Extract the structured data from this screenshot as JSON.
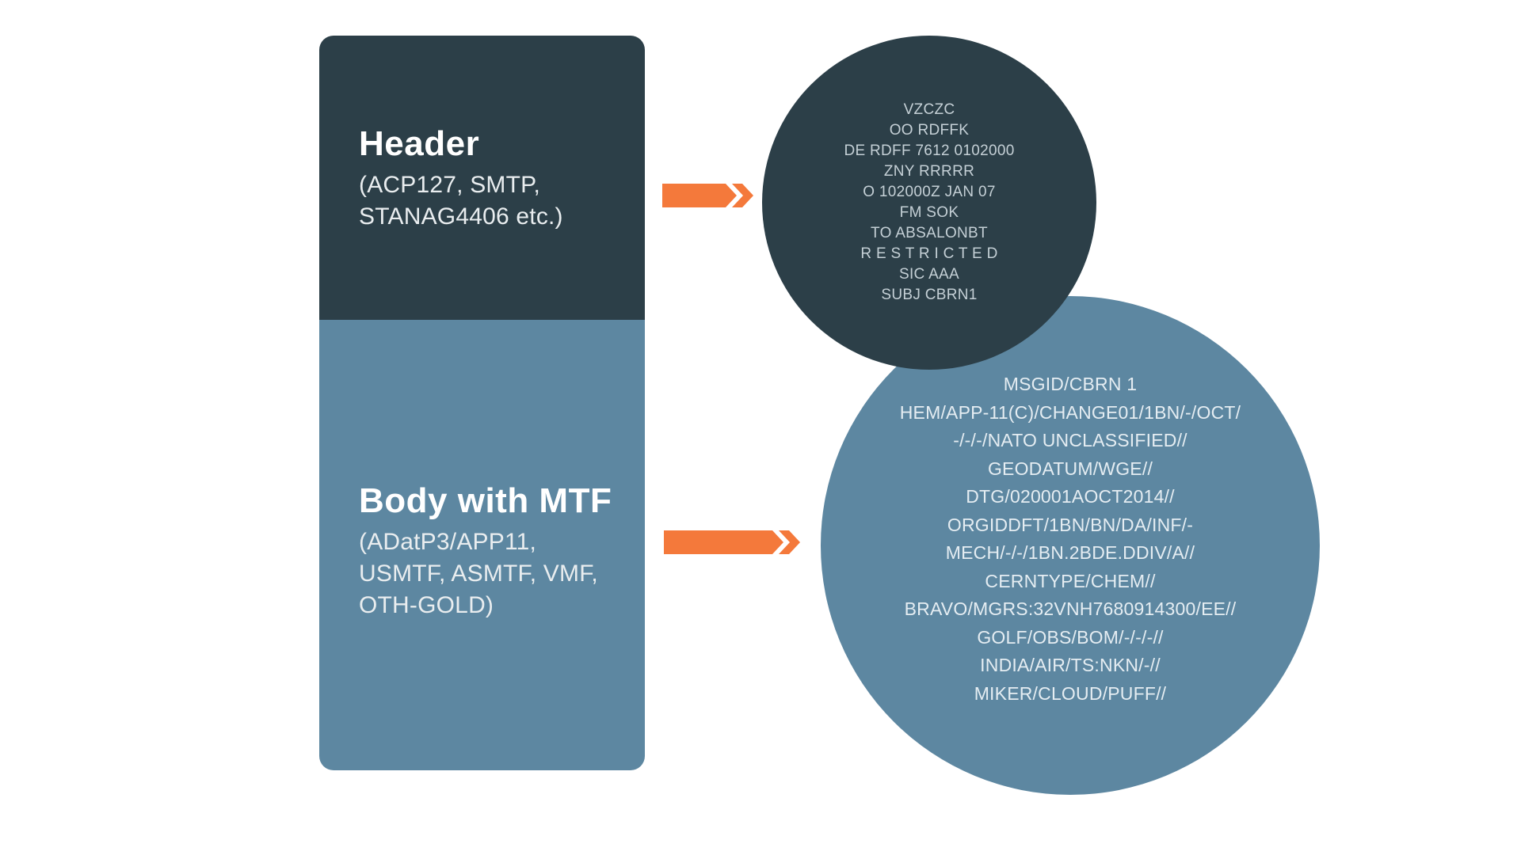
{
  "colors": {
    "background": "#FFFFFF",
    "dark_teal": "#2C3F48",
    "steel_blue": "#5D87A1",
    "accent_orange": "#F4793B",
    "title_text": "#FFFFFF",
    "subtitle_text": "#E9EDEF",
    "dark_circle_text": "#C5D0D6",
    "light_circle_text": "#E5EDF2"
  },
  "structure_box": {
    "header": {
      "title": "Header",
      "subtitle_lines": [
        "(ACP127, SMTP,",
        "STANAG4406 etc.)"
      ]
    },
    "body": {
      "title": "Body with MTF",
      "subtitle_lines": [
        "(ADatP3/APP11,",
        "USMTF, ASMTF, VMF,",
        "OTH-GOLD)"
      ]
    }
  },
  "header_example": {
    "lines": [
      "VZCZC",
      "OO RDFFK",
      "DE RDFF 7612 0102000",
      "ZNY RRRRR",
      "O 102000Z JAN 07",
      "FM SOK",
      "TO ABSALONBT",
      "R E S T R I C T E D",
      "SIC AAA",
      "SUBJ CBRN1"
    ]
  },
  "body_example": {
    "lines": [
      "MSGID/CBRN 1",
      "HEM/APP-11(C)/CHANGE01/1BN/-/OCT/",
      "-/-/-/NATO UNCLASSIFIED//",
      "GEODATUM/WGE//",
      "DTG/020001AOCT2014//",
      "ORGIDDFT/1BN/BN/DA/INF/-",
      "MECH/-/-/1BN.2BDE.DDIV/A//",
      "CERNTYPE/CHEM//",
      "BRAVO/MGRS:32VNH7680914300/EE//",
      "GOLF/OBS/BOM/-/-/-//",
      "INDIA/AIR/TS:NKN/-//",
      "MIKER/CLOUD/PUFF//"
    ]
  },
  "icons": {
    "header_arrow": "right-arrow-icon",
    "body_arrow": "right-arrow-icon"
  }
}
